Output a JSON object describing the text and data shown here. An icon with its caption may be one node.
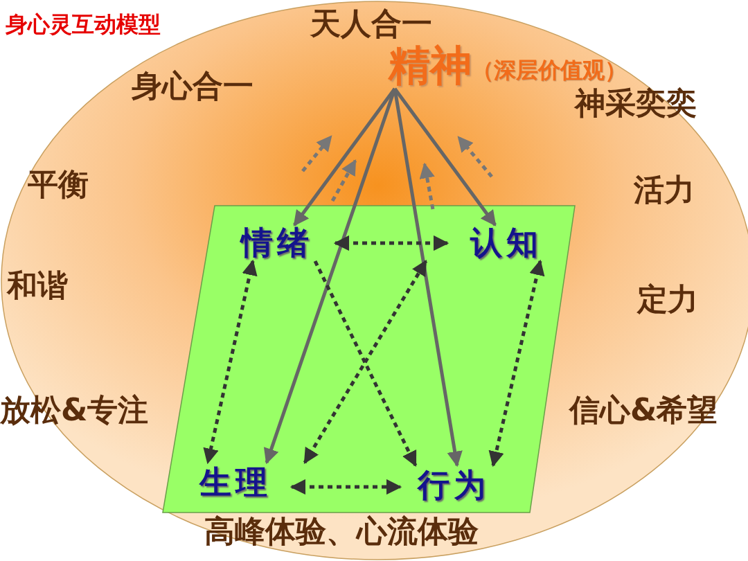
{
  "diagram": {
    "title": "身心灵互动模型",
    "nodes": [
      {
        "text": [
          "精神",
          "（深层价值观）"
        ]
      },
      {
        "text": [
          "情绪"
        ]
      },
      {
        "text": [
          "认知"
        ]
      },
      {
        "text": [
          "生理"
        ]
      },
      {
        "text": [
          "行为"
        ]
      }
    ],
    "edges": [
      {
        "from": 0,
        "to": 1,
        "arrow": "to",
        "color": "#666666"
      },
      {
        "from": 0,
        "to": 3,
        "arrow": "to",
        "color": "#666666"
      },
      {
        "from": 0,
        "to": 4,
        "arrow": "to",
        "color": "#666666"
      },
      {
        "from": 0,
        "to": 2,
        "arrow": "to",
        "color": "#666666"
      },
      {
        "from": 1,
        "to": 2,
        "arrow": "both",
        "style": "dashed"
      },
      {
        "from": 1,
        "to": 3,
        "arrow": "both",
        "style": "dashed"
      },
      {
        "from": 1,
        "to": 4,
        "arrow": "to",
        "style": "dashed"
      },
      {
        "from": 3,
        "to": 2,
        "arrow": "both",
        "style": "dashed"
      },
      {
        "from": 2,
        "to": 4,
        "arrow": "both",
        "style": "dashed"
      },
      {
        "from": 3,
        "to": 4,
        "arrow": "both",
        "style": "dashed"
      }
    ],
    "labels": [
      "天人合一",
      "身心合一",
      "神采奕奕",
      "平衡",
      "活力",
      "和谐",
      "定力",
      "放松&专注",
      "信心&希望",
      "高峰体验、心流体验"
    ]
  }
}
